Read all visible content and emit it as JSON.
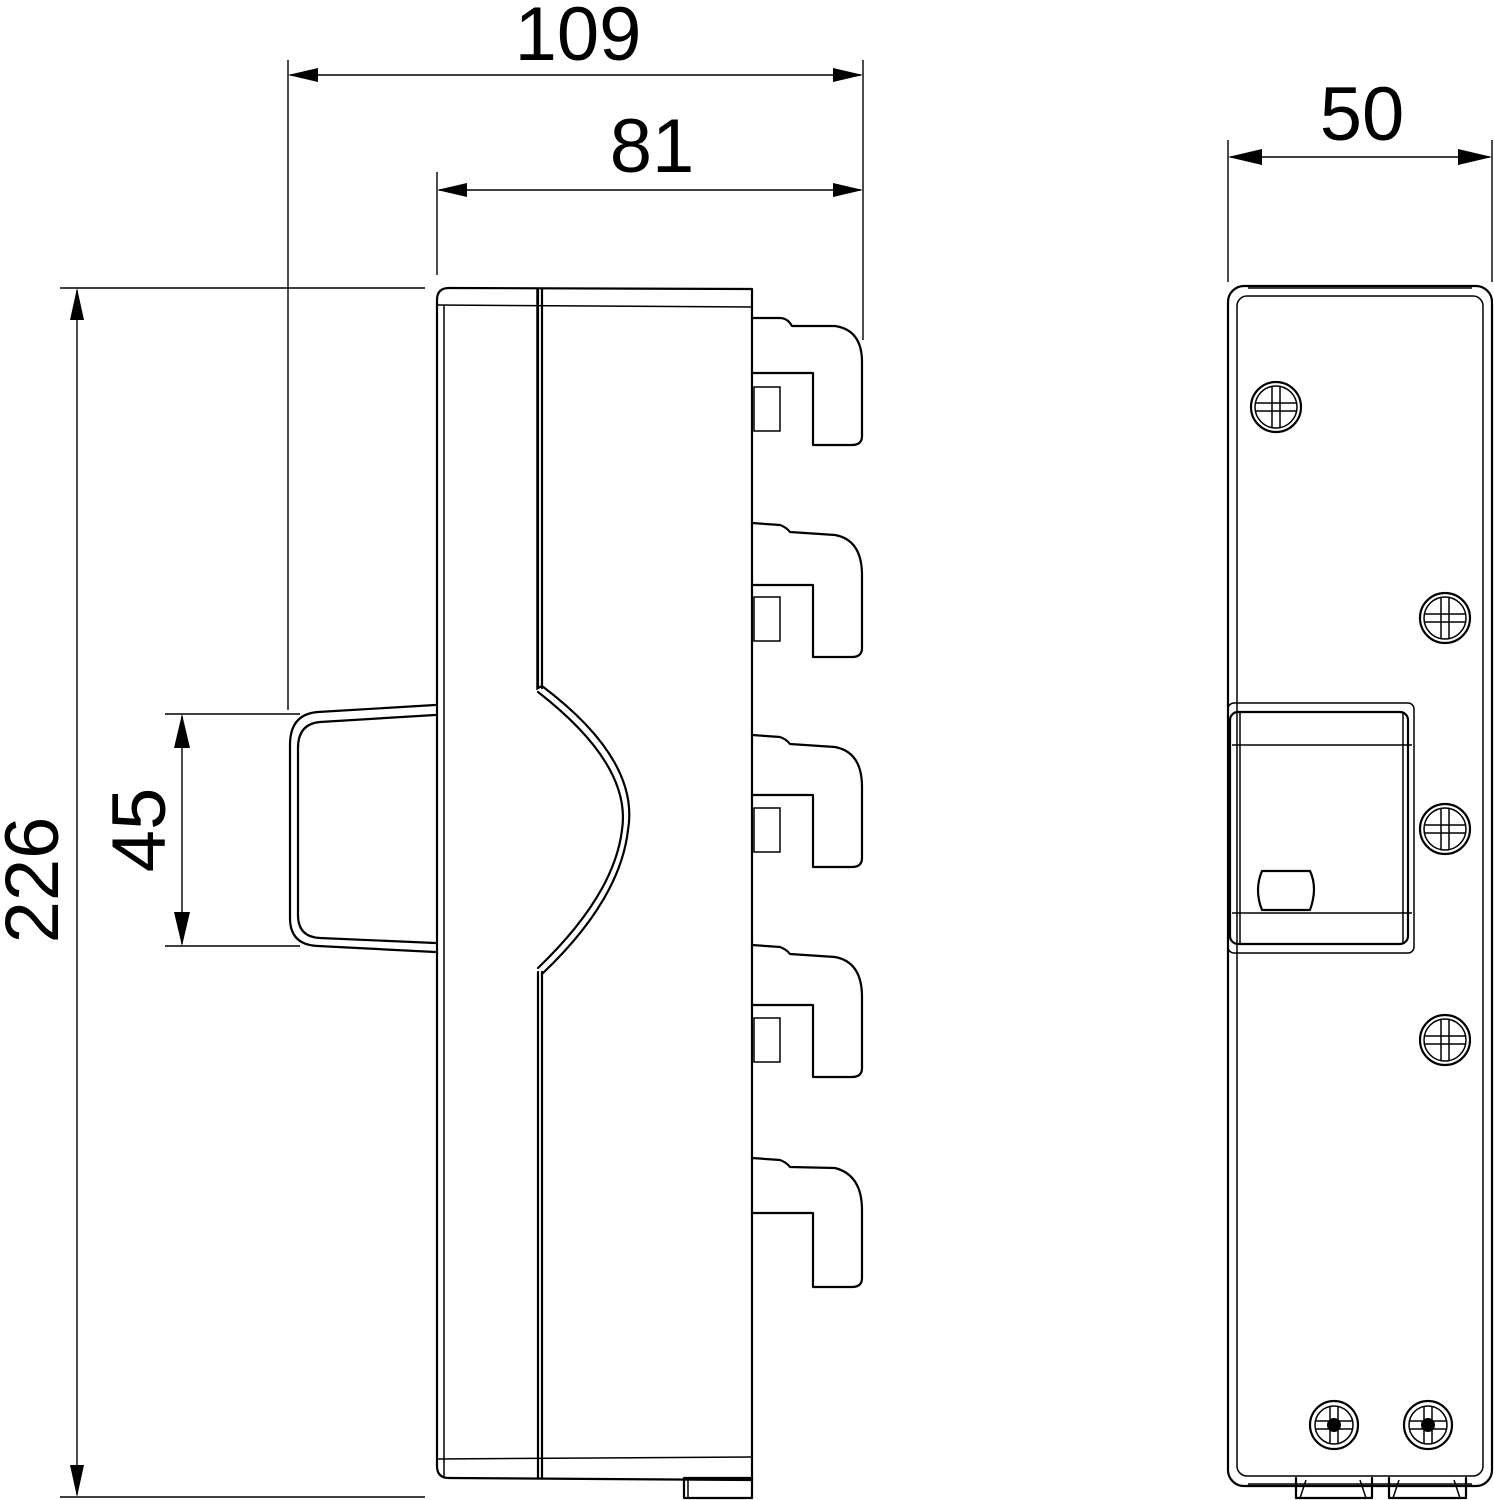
{
  "drawing": {
    "type": "technical-dimension-drawing",
    "units": "mm",
    "views": [
      {
        "name": "side-view",
        "description": "side view with DIN rail clips and handle"
      },
      {
        "name": "front-view",
        "description": "front view with screws, window and terminals"
      }
    ]
  },
  "dimensions": {
    "overall_depth": "109",
    "body_depth": "81",
    "overall_height": "226",
    "handle_height": "45",
    "front_width": "50"
  },
  "colors": {
    "line": "#000000",
    "background": "#ffffff"
  }
}
